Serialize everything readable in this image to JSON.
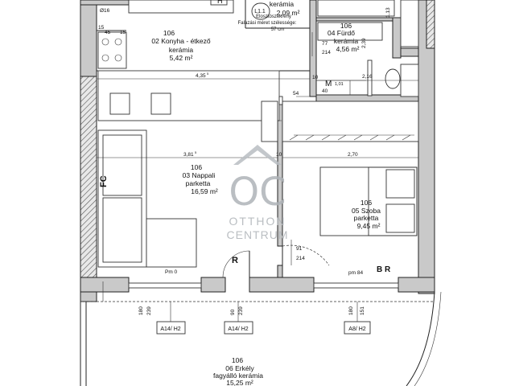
{
  "rooms": {
    "wc": {
      "area": "2,09 m²",
      "material": "kerámia"
    },
    "kitchen": {
      "number": "106",
      "name": "02 Konyha - étkező",
      "material": "kerámia",
      "area": "5,42 m²"
    },
    "bathroom": {
      "number": "106",
      "name": "04 Fürdő",
      "material": "kerámia",
      "area": "4,56 m²"
    },
    "living": {
      "number": "106",
      "name": "03 Nappali",
      "material": "parketta",
      "area": "16,59 m²"
    },
    "bedroom": {
      "number": "106",
      "name": "05 Szoba",
      "material": "parketta",
      "area": "9,45 m²"
    },
    "balcony": {
      "number": "106",
      "name": "06 Erkély",
      "material": "fagyálló kerámia",
      "area": "15,25 m²"
    }
  },
  "notes": {
    "l11": "L1.1",
    "dist1": "Elosztószekrény",
    "dist2": "Falazási méret szélessége:",
    "dist3": "57 cm"
  },
  "dimensions": {
    "d435": "4,35",
    "d435_sup": "5",
    "d381": "3,81",
    "d381_sup": "5",
    "d270": "2,70",
    "d216": "2,16",
    "d10a": "10",
    "d10b": "10",
    "d54": "54",
    "d40": "40",
    "d101": "1,01",
    "d77": "77",
    "d214a": "214",
    "d214b": "214",
    "d91": "91",
    "d239": "2,39",
    "d113": "1,13",
    "d15a": "15",
    "d15b": "15",
    "d45": "45",
    "d16": "Ø16",
    "d180a": "180",
    "d239a": "239",
    "d90": "90",
    "d239b": "239",
    "d180b": "180",
    "d151": "151",
    "pm0": "Pm 0",
    "pm84": "pm 84",
    "h": "H",
    "m": "M"
  },
  "labels": {
    "fc": "FC",
    "r": "R",
    "br": "B R"
  },
  "windows": {
    "w1": "A14/ H2",
    "w2": "A14/ H2",
    "w3": "A8/ H2"
  },
  "watermark": {
    "logo": "OC",
    "line1": "OTTHON",
    "line2": "CENTRUM"
  }
}
